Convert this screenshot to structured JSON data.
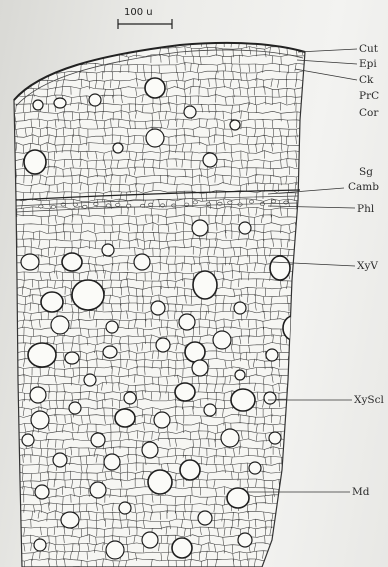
{
  "scale_bar": {
    "text": "100 u"
  },
  "labels": [
    {
      "key": "cut",
      "text": "Cut"
    },
    {
      "key": "epi",
      "text": "Epi"
    },
    {
      "key": "ck",
      "text": "Ck"
    },
    {
      "key": "prc",
      "text": "PrC"
    },
    {
      "key": "cor",
      "text": "Cor"
    },
    {
      "key": "sg",
      "text": "Sg"
    },
    {
      "key": "camb",
      "text": "Camb"
    },
    {
      "key": "phl",
      "text": "Phl"
    },
    {
      "key": "xyv",
      "text": "XyV"
    },
    {
      "key": "xyscl",
      "text": "XyScl"
    },
    {
      "key": "md",
      "text": "Md"
    }
  ],
  "colors": {
    "ink": "#2a2a2a",
    "paper": "#f1f1ee"
  }
}
